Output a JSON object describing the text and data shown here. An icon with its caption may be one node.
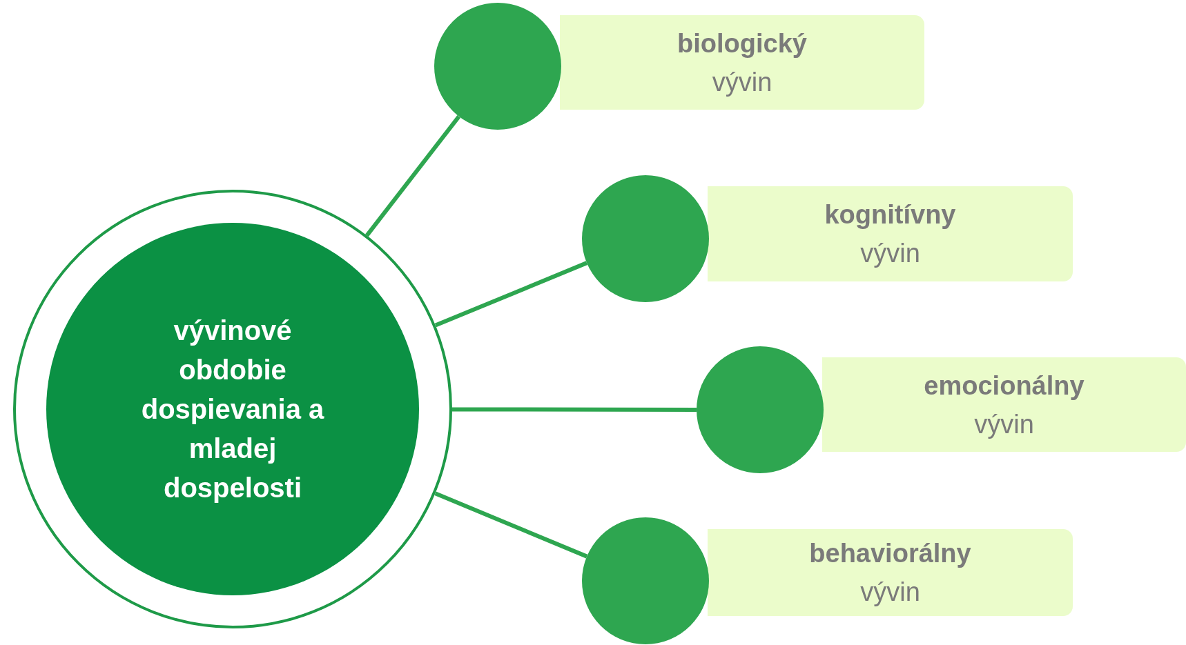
{
  "diagram": {
    "nodes": [
      {
        "text": [
          "vývinové obdobie dospievania a mladej dospelosti"
        ]
      },
      {
        "text": [],
        "shape": "circle"
      },
      {
        "text": [
          "biologický",
          "vývin"
        ]
      },
      {
        "text": [],
        "shape": "circle"
      },
      {
        "text": [
          "kognitívny",
          "vývin"
        ]
      },
      {
        "text": [],
        "shape": "circle"
      },
      {
        "text": [
          "emocionálny",
          "vývin"
        ]
      },
      {
        "text": [],
        "shape": "circle"
      },
      {
        "text": [
          "behaviorálny",
          "vývin"
        ]
      }
    ],
    "edges": [
      {
        "from": 0,
        "to": 1,
        "arrow": "none"
      },
      {
        "from": 0,
        "to": 3,
        "arrow": "none"
      },
      {
        "from": 0,
        "to": 5,
        "arrow": "none"
      },
      {
        "from": 0,
        "to": 7,
        "arrow": "none"
      }
    ]
  }
}
